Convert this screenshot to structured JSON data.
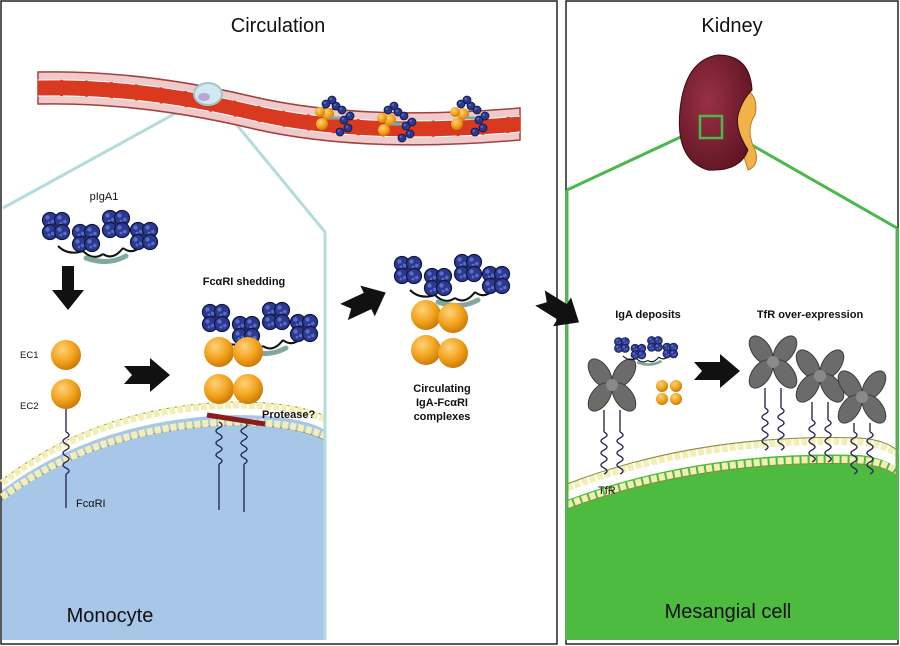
{
  "panels": {
    "circulation": {
      "title": "Circulation"
    },
    "kidney": {
      "title": "Kidney"
    }
  },
  "labels": {
    "piga1": "pIgA1",
    "ec1": "EC1",
    "ec2": "EC2",
    "fcari": "FcαRI",
    "shedding": "FcαRI shedding",
    "protease": "Protease?",
    "circulating_1": "Circulating",
    "circulating_2": "IgA-FcαRI",
    "circulating_3": "complexes",
    "iga_deposits": "IgA deposits",
    "tfr_over": "TfR over-expression",
    "tfr": "TfR",
    "monocyte": "Monocyte",
    "mesangial": "Mesangial cell"
  },
  "colors": {
    "iga": "#2b3a8f",
    "fc_domain": "#f2a11a",
    "monocyte": "#a7c6e8",
    "mesangial": "#4dbb3f",
    "vessel": "#d9391e",
    "kidney": "#7a1f2b",
    "tfr": "#6b6b6b",
    "protease_bar": "#8b1c1c",
    "zoom_left": "#b3dcdc",
    "zoom_right": "#4cb84c"
  },
  "icons": {
    "process_arrow": "chevron-arrow",
    "down_arrow": "down-arrow"
  }
}
